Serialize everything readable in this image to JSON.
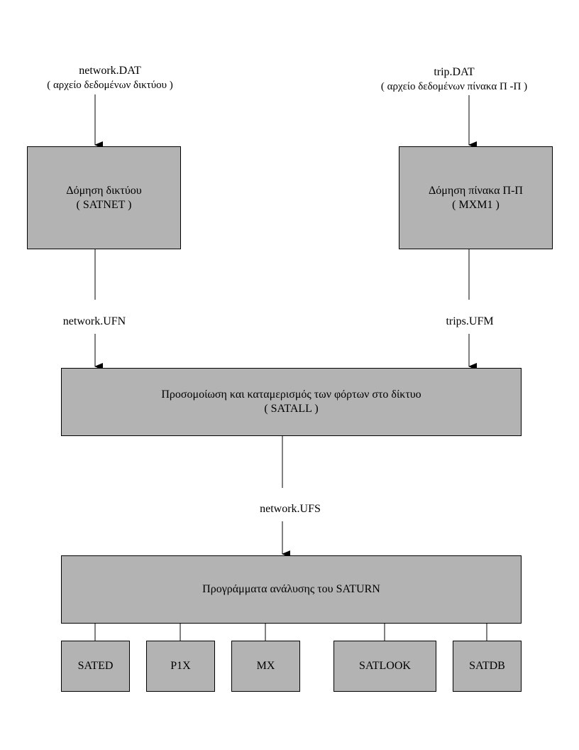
{
  "inputs": {
    "network_file": "network.DAT",
    "network_desc": "( αρχείο  δεδομένων δικτύου )",
    "trip_file": "trip.DAT",
    "trip_desc": "( αρχείο δεδομένων  πίνακα Π -Π )"
  },
  "boxes": {
    "satnet": {
      "title": "Δόμηση δικτύου",
      "code": "( SATNET )"
    },
    "mxm1": {
      "title": "Δόμηση πίνακα Π-Π",
      "code": "( MXM1 )"
    },
    "satall": {
      "title": "Προσομοίωση και καταμερισμός των φόρτων στο δίκτυο",
      "code": "( SATALL )"
    },
    "saturn": {
      "title": "Προγράμματα ανάλυσης του SATURN"
    }
  },
  "intermediate": {
    "ufn": "network.UFN",
    "ufm": "trips.UFM",
    "ufs": "network.UFS"
  },
  "programs": [
    "SATED",
    "P1X",
    "MX",
    "SATLOOK",
    "SATDB"
  ],
  "colors": {
    "box_fill": "#b3b3b3",
    "line": "#000000"
  }
}
